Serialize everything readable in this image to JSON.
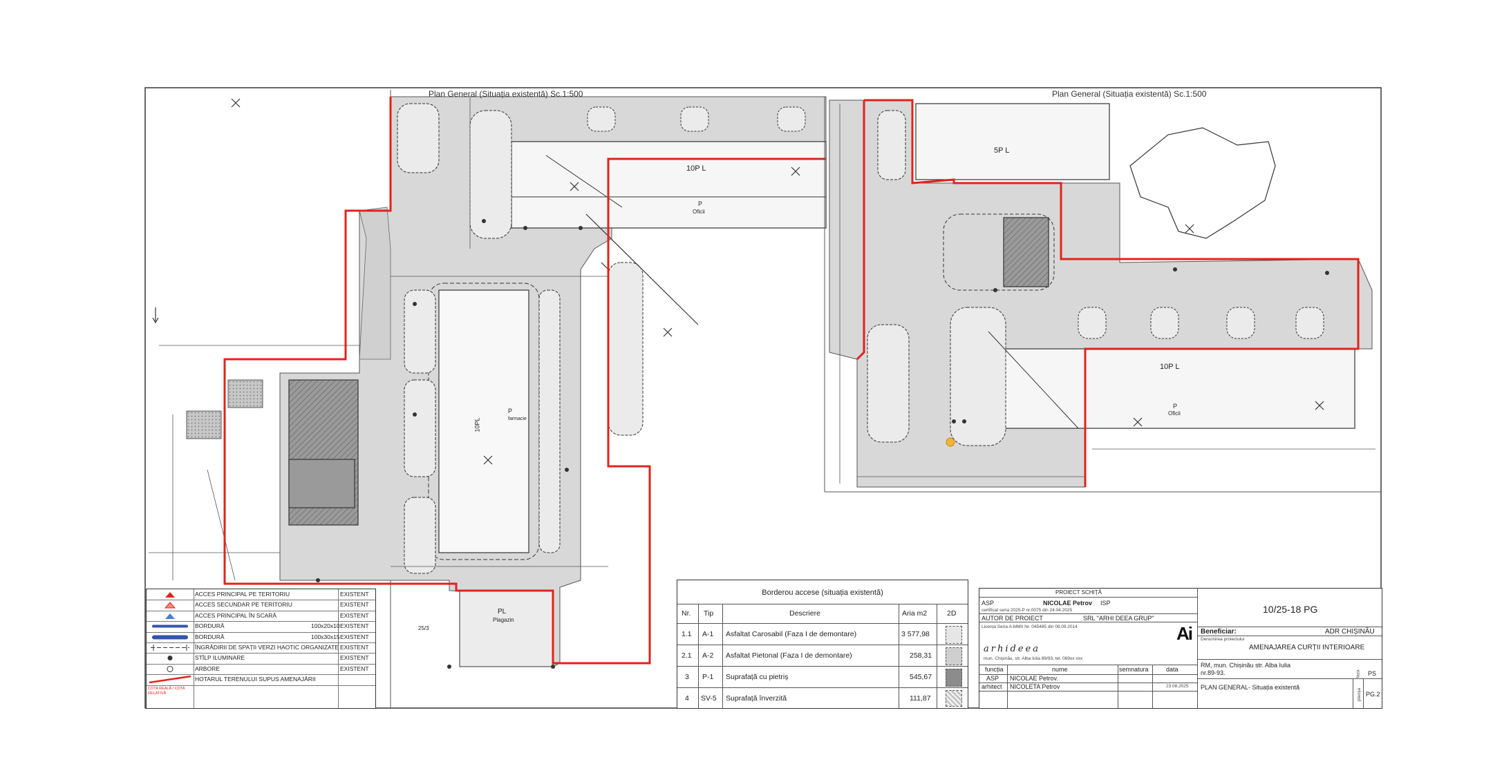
{
  "plans": {
    "left_title": "Plan General (Situația existentă)   Sc.1:500",
    "right_title": "Plan General (Situația existentă)   Sc.1:500"
  },
  "map_labels": {
    "left_10pl": "10P L",
    "left_p": "P",
    "left_oficii": "Oficii",
    "mid_10pl": "10PL",
    "mid_p": "P",
    "mid_farmacie": "farmacie",
    "pl": "PL",
    "plagazin": "Plagazin",
    "right_5pl": "5P L",
    "right_10pl": "10P L",
    "right_p": "P",
    "right_oficii": "Oficii",
    "lower_right_25": "25/3"
  },
  "legend": {
    "items": [
      {
        "label": "ACCES PRINCIPAL PE TERITORIU",
        "dim": "",
        "status": "EXISTENT"
      },
      {
        "label": "ACCES SECUNDAR PE TERITORIU",
        "dim": "",
        "status": "EXISTENT"
      },
      {
        "label": "ACCES PRINCIPAL ÎN SCARĂ",
        "dim": "",
        "status": "EXISTENT"
      },
      {
        "label": "BORDURĂ",
        "dim": "100x20x10",
        "status": "EXISTENT"
      },
      {
        "label": "BORDURĂ",
        "dim": "100x30x15",
        "status": "EXISTENT"
      },
      {
        "label": "ÎNGRĂDIRII DE SPAȚII VERZI HAOTIC ORGANIZATE",
        "dim": "",
        "status": "EXISTENT"
      },
      {
        "label": "STÎLP ILUMINARE",
        "dim": "",
        "status": "EXISTENT"
      },
      {
        "label": "ARBORE",
        "dim": "",
        "status": "EXISTENT"
      },
      {
        "label": "HOTARUL TERENULUI SUPUS AMENAJĂRII",
        "dim": "",
        "status": ""
      }
    ],
    "cota_label": "COTA REALĂ / COTA RELATIVĂ"
  },
  "borderou": {
    "title": "Borderou accese (situația existentă)",
    "headers": [
      "Nr.",
      "Tip",
      "Descriere",
      "Aria m2",
      "2D"
    ],
    "rows": [
      {
        "nr": "1.1",
        "tip": "A-1",
        "descriere": "Asfaltat Carosabil (Faza I de demontare)",
        "aria": "3 577,98"
      },
      {
        "nr": "2.1",
        "tip": "A-2",
        "descriere": "Asfaltat Pietonal (Faza I de demontare)",
        "aria": "258,31"
      },
      {
        "nr": "3",
        "tip": "P-1",
        "descriere": "Suprafață cu pietriș",
        "aria": "545,67"
      },
      {
        "nr": "4",
        "tip": "SV-5",
        "descriere": "Suprafață înverzită",
        "aria": "111,87"
      }
    ]
  },
  "title_block": {
    "project_stage": "PROIECT SCHIȚĂ",
    "asp_label": "ASP",
    "author_name": "NICOLAE Petrov",
    "isp_label": "ISP",
    "certificate": "certificat seria 2025-P nr.0075 din 24.04.2025",
    "autor_de_proiect": "AUTOR DE PROIECT",
    "company": "SRL \"ARHI DEEA GRUP\"",
    "licence": "Licența Seria A-MMII Nr. 045485 din 08.09.2014",
    "logo_text": "Ai",
    "signature_text": "arhideea",
    "small_address": "mun. Chișinău, str. Alba Iulia 89/93, tel. 069xx xxx",
    "project_code": "10/25-18 PG",
    "beneficiar_label": "Beneficiar:",
    "beneficiar_value": "ADR CHIȘINĂU",
    "project_name_label": "Denumirea proiectului",
    "project_name": "AMENAJAREA CURȚII INTERIOARE",
    "address_line1": "RM, mun. Chișinău str. Alba Iulia",
    "address_line2": "nr.89-93.",
    "col_functia": "funcția",
    "col_nume": "nume",
    "col_semnatura": "semnatura",
    "col_data": "data",
    "row1_func": "ASP",
    "row1_name": "NICOLAE Petrov.",
    "row1_date": "23.08.2025",
    "row2_func": "arhitect",
    "row2_name": "NICOLETA Petrov",
    "stage_code": "PS",
    "sheet_label": "PLAN GENERAL- Situația existentă",
    "sheet_no": "PG.2",
    "faza_label": "faza",
    "plansa_label": "planșa"
  },
  "colors": {
    "boundary": "#e0231b",
    "paving": "#d8d8d8",
    "gravel": "#8c8c8c",
    "line": "#333333"
  }
}
